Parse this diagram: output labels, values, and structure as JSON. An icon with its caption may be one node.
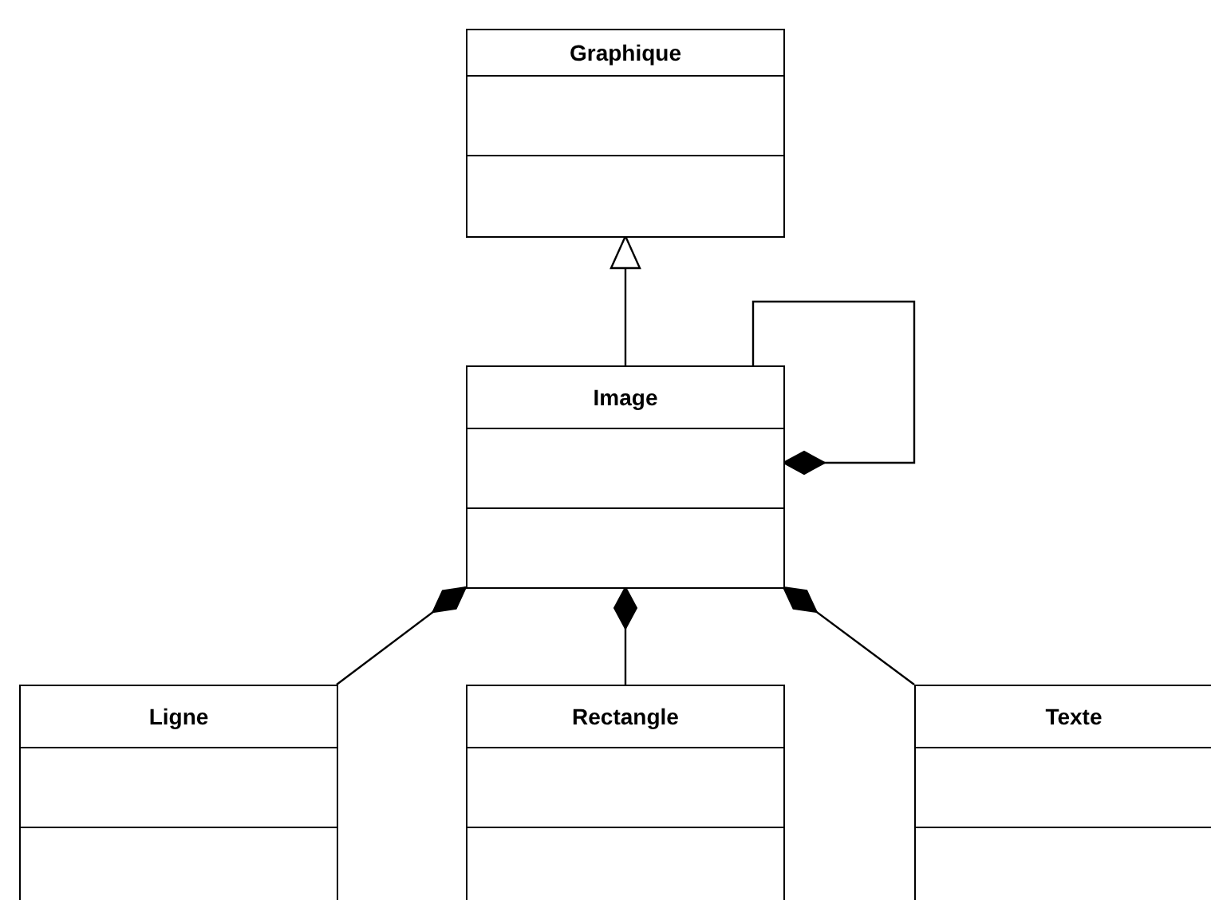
{
  "diagram": {
    "nodes": [
      {
        "text": [
          "Graphique"
        ]
      },
      {
        "text": [
          "Image"
        ]
      },
      {
        "text": [
          "Ligne"
        ]
      },
      {
        "text": [
          "Rectangle"
        ]
      },
      {
        "text": [
          "Texte"
        ]
      }
    ],
    "edges": [
      {
        "from": 1,
        "to": 0,
        "arrow": "to"
      },
      {
        "from": 1,
        "to": 1,
        "arrow": "other"
      },
      {
        "from": 1,
        "to": 2,
        "arrow": "other"
      },
      {
        "from": 1,
        "to": 3,
        "arrow": "other"
      },
      {
        "from": 1,
        "to": 4,
        "arrow": "other"
      }
    ]
  }
}
